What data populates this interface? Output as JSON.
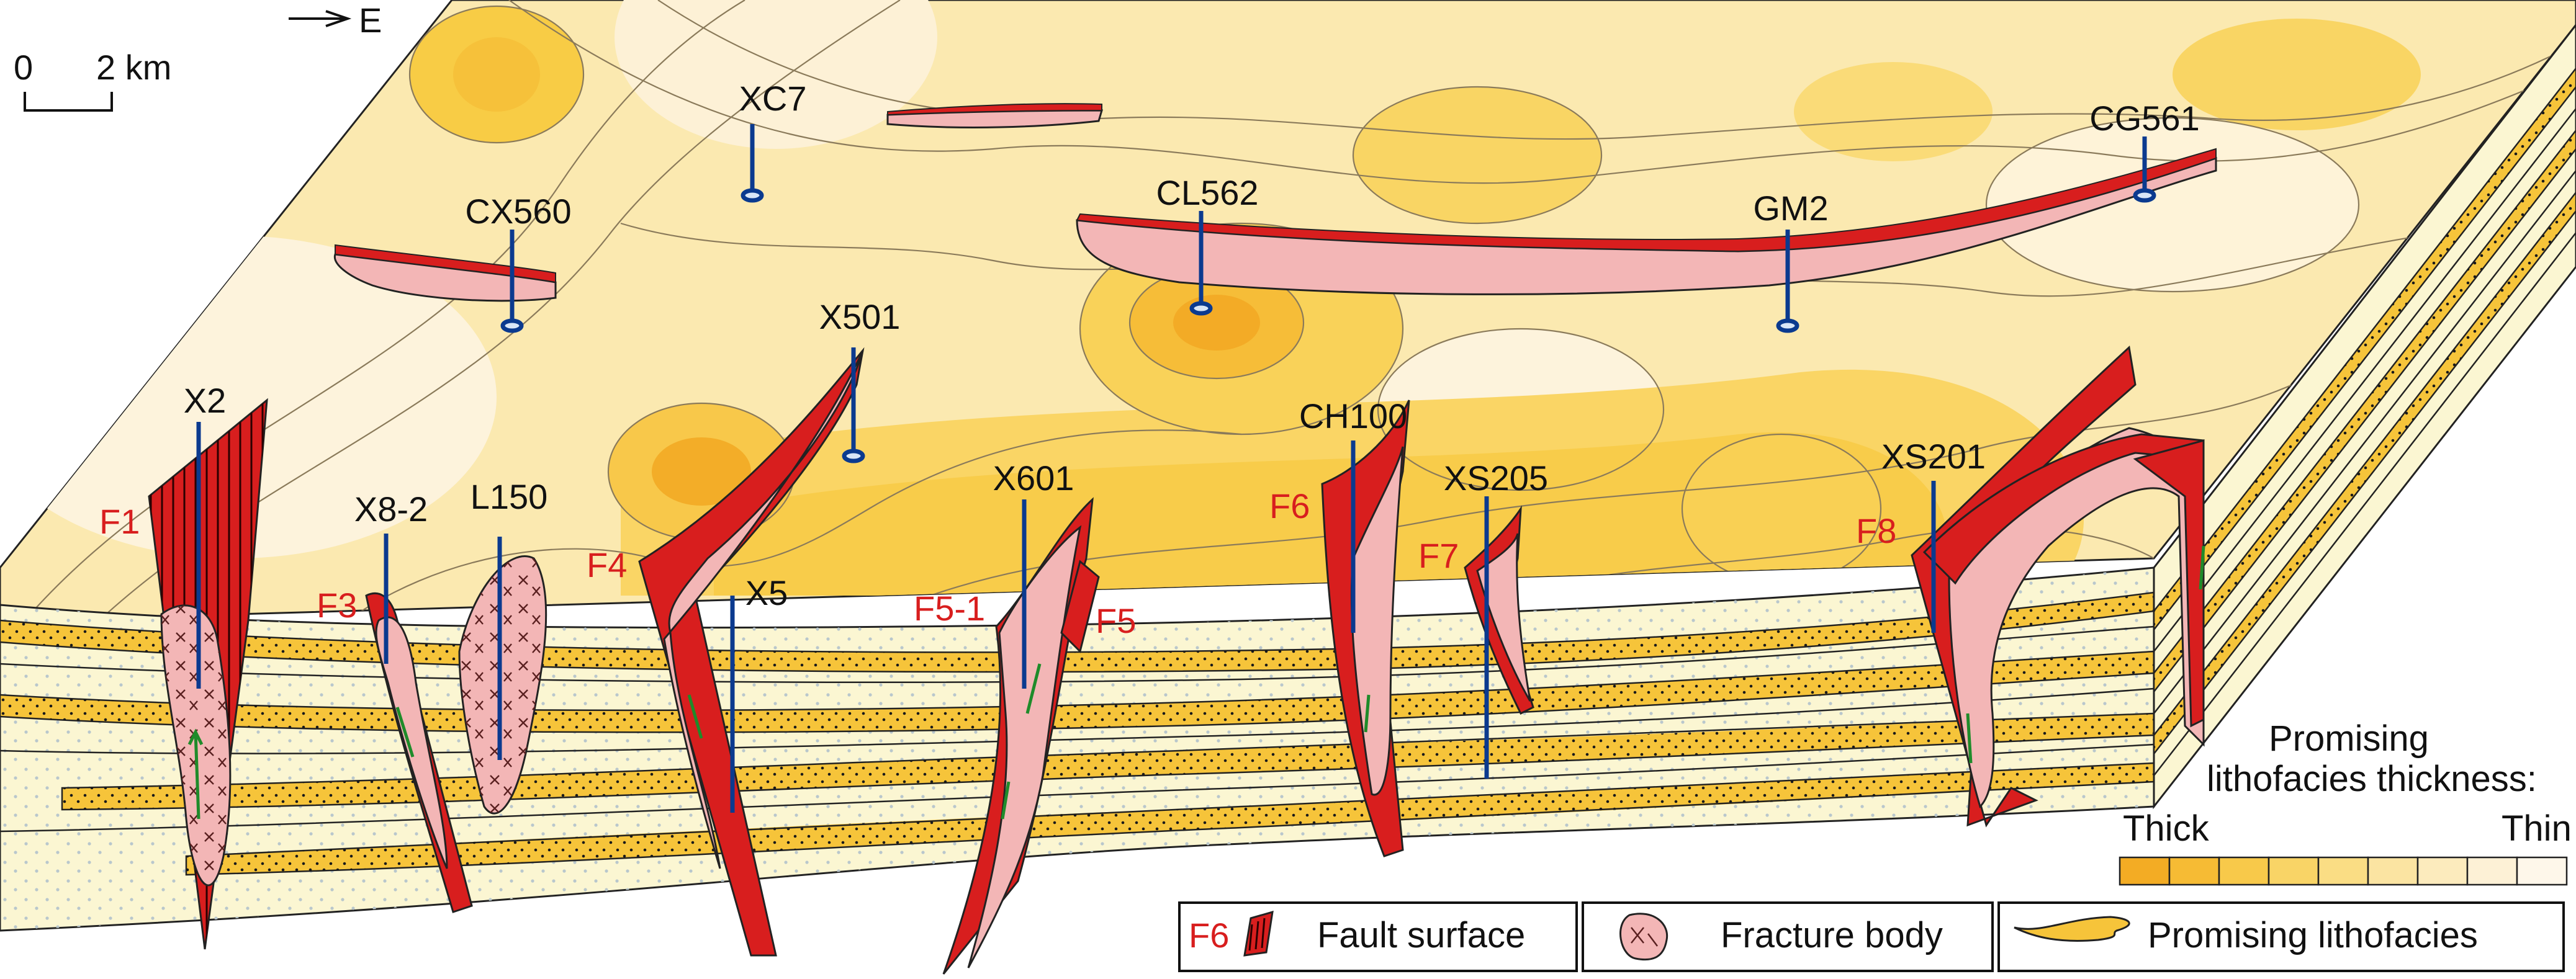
{
  "orientation": {
    "label": "E"
  },
  "scale": {
    "zero": "0",
    "distance": "2 km"
  },
  "wells": [
    "XC7",
    "CX560",
    "CL562",
    "GM2",
    "CG561",
    "X501",
    "X2",
    "X8-2",
    "L150",
    "X5",
    "X601",
    "CH100",
    "XS205",
    "XS201"
  ],
  "faults": [
    "F1",
    "F3",
    "F4",
    "F5-1",
    "F5",
    "F6",
    "F7",
    "F8"
  ],
  "thickness_legend": {
    "title_line1": "Promising",
    "title_line2": "lithofacies thickness:",
    "thick": "Thick",
    "thin": "Thin",
    "colors": [
      "#f3ac24",
      "#f6bb34",
      "#f8c94a",
      "#f9d466",
      "#fadd84",
      "#fbe4a2",
      "#fcebbd",
      "#fdf1d6",
      "#fef7ea"
    ]
  },
  "legend": {
    "fault_code": "F6",
    "fault_surface": "Fault surface",
    "fracture_body": "Fracture body",
    "promising_lithofacies": "Promising lithofacies"
  },
  "colors": {
    "fault_red": "#d81e1e",
    "fracture_pink": "#f3b6b6",
    "well_blue": "#0b3a8f",
    "facies_yellow": "#f6c43a",
    "matrix_cream": "#fbf6d2",
    "top_base": "#fbe7a8",
    "fracture_arrow": "#1f8b2a"
  }
}
